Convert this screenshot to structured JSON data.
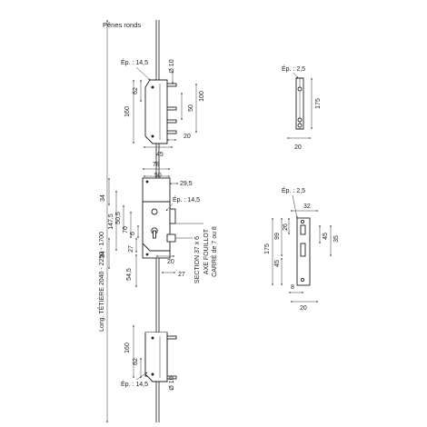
{
  "title": "Pênes ronds",
  "top_lock": {
    "ep": "Ép. : 14,5",
    "d": "Ø 10",
    "h160": "160",
    "h62": "62",
    "h50": "50",
    "h100": "100",
    "w45": "45",
    "w20": "20"
  },
  "center_lock": {
    "w78": "78",
    "w50": "50",
    "w29": "29,5",
    "ep": "Ép. : 14,5",
    "v34a": "34",
    "v147": "147,5",
    "v50": "50,5",
    "v70": "70",
    "v6": "6",
    "v27": "27",
    "v34b": "34",
    "v54": "54,5",
    "w20": "20",
    "w27": "27",
    "note_section": "SECTION 37 x 6",
    "note_axe_1": "AXE FOUILLOT",
    "note_axe_2": "CARRÉ de 7 ou 8"
  },
  "bottom_lock": {
    "h160": "160",
    "h62": "62",
    "ep": "Ép. : 14,5",
    "d": "Ø 10"
  },
  "rail_label": "Long. TÊTIÈRE 2040 - 2250 - 1700",
  "small_plate": {
    "ep": "Ép. : 2,5",
    "h175": "175",
    "w20": "20"
  },
  "strike_plate": {
    "ep": "Ép. : 2,5",
    "w32": "32",
    "h26": "26",
    "h99": "99",
    "h175": "175",
    "h45a": "45",
    "h45b": "45",
    "h35": "35",
    "w8": "8",
    "w20": "20"
  }
}
